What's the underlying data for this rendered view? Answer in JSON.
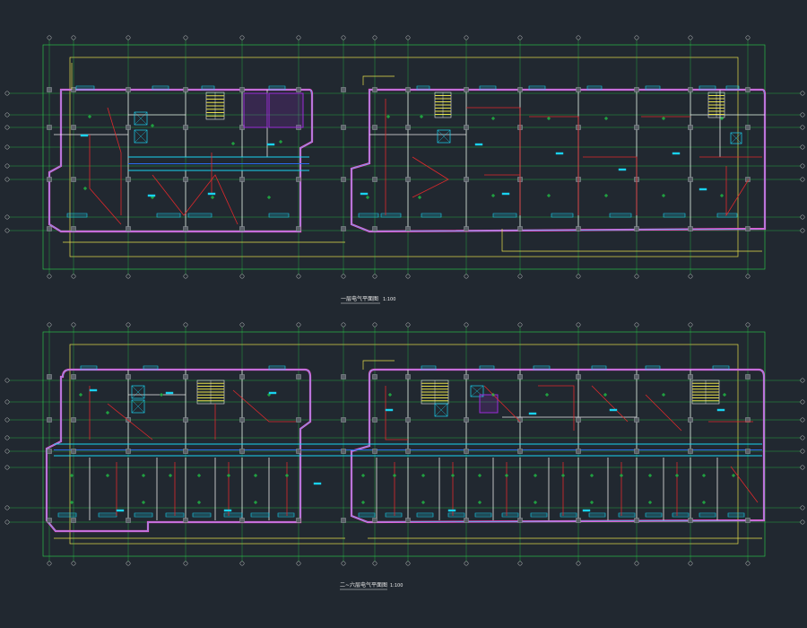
{
  "colors": {
    "background": "#212830",
    "wall": "#ff4dd2",
    "column": "#9aa0a6",
    "cyan": "#19d3f0",
    "red": "#e0282c",
    "green": "#21e14a",
    "yellow": "#e7e04a",
    "gridline": "#2bd84a",
    "white": "#e8e8e8",
    "blue": "#2a6cf0",
    "purple": "#9b2bd8",
    "orange": "#e09a2a"
  },
  "top_plan": {
    "caption": "一层电气平面图",
    "scale": "1:100"
  },
  "bottom_plan": {
    "caption": "二~六层电气平面图",
    "scale": "1:100"
  }
}
